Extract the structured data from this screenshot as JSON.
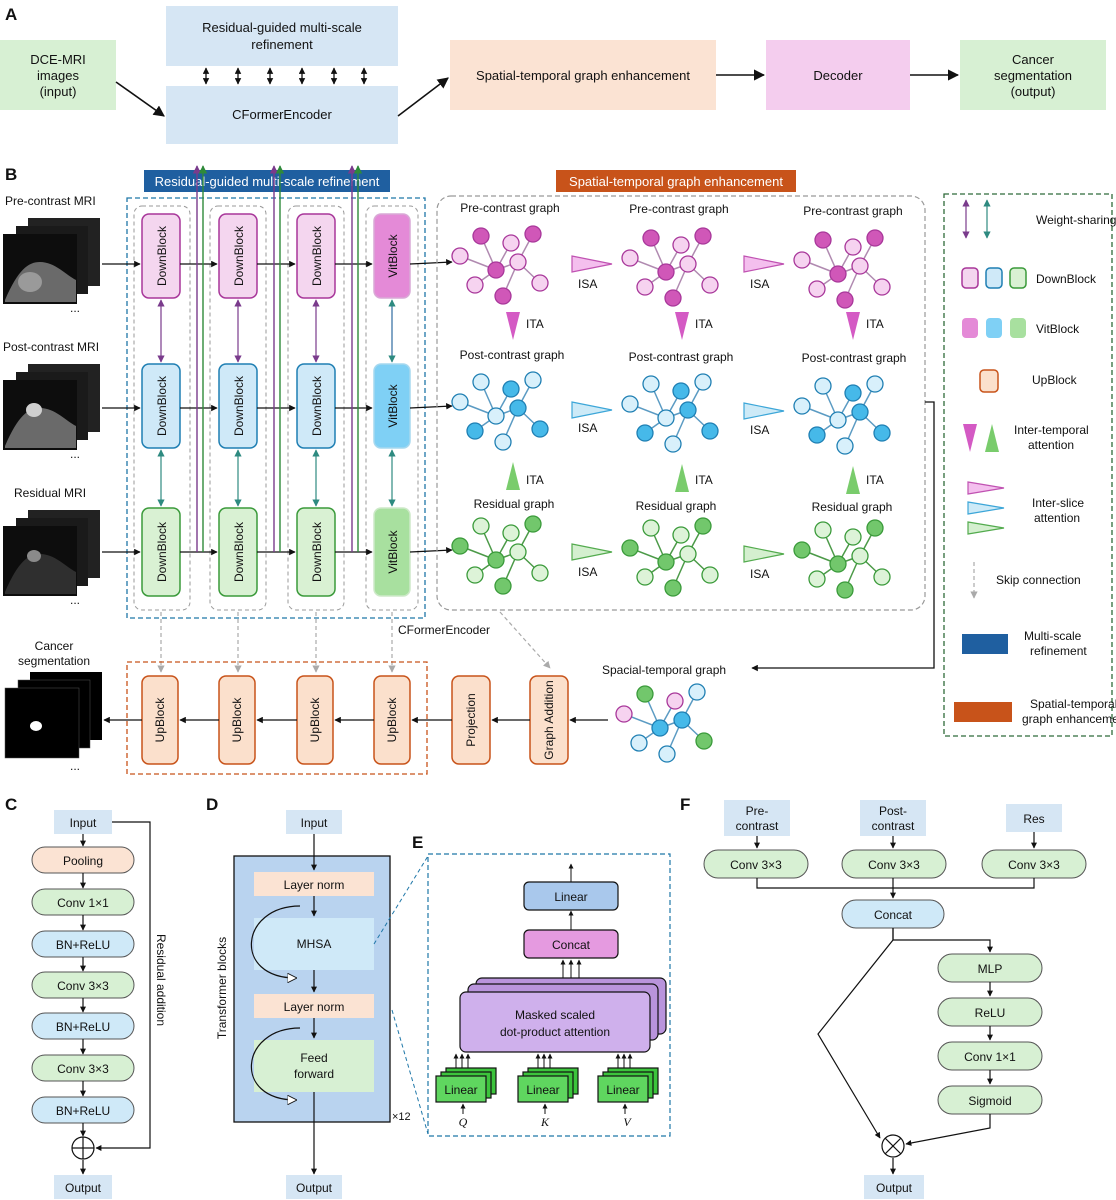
{
  "panels": {
    "A": "A",
    "B": "B",
    "C": "C",
    "D": "D",
    "E": "E",
    "F": "F"
  },
  "panelA": {
    "input": [
      "DCE-MRI",
      "images",
      "(input)"
    ],
    "refine": [
      "Residual-guided multi-scale",
      "refinement"
    ],
    "encoder": "CFormerEncoder",
    "graph": "Spatial-temporal graph enhancement",
    "decoder": "Decoder",
    "output": [
      "Cancer",
      "segmentation",
      "(output)"
    ]
  },
  "panelB": {
    "refine_banner": "Residual-guided multi-scale refinement",
    "graph_banner": "Spatial-temporal graph enhancement",
    "mri_pre": "Pre-contrast MRI",
    "mri_post": "Post-contrast MRI",
    "mri_res": "Residual MRI",
    "downblock": "DownBlock",
    "vitblock": "VitBlock",
    "graph_pre": "Pre-contrast graph",
    "graph_post": "Post-contrast graph",
    "graph_res": "Residual graph",
    "isa": "ISA",
    "ita": "ITA",
    "encoder_label": "CFormerEncoder",
    "spacial_graph": "Spacial-temporal graph",
    "seg_label": [
      "Cancer",
      "segmentation"
    ],
    "upblock": "UpBlock",
    "projection": "Projection",
    "graph_addition": "Graph Addition",
    "dots": "..."
  },
  "legend": {
    "weight_sharing": "Weight-sharing",
    "downblock": "DownBlock",
    "vitblock": "VitBlock",
    "upblock": "UpBlock",
    "ita": [
      "Inter-temporal",
      "attention"
    ],
    "isa": [
      "Inter-slice",
      "attention"
    ],
    "skip": "Skip connection",
    "ms_refine": [
      "Multi-scale",
      "refinement"
    ],
    "st_graph": [
      "Spatial-temporal",
      "graph enhancement"
    ]
  },
  "panelC": {
    "input": "Input",
    "pooling": "Pooling",
    "conv1": "Conv 1×1",
    "bnrelu": "BN+ReLU",
    "conv3": "Conv 3×3",
    "output": "Output",
    "residual": "Residual addition"
  },
  "panelD": {
    "input": "Input",
    "layer_norm": "Layer norm",
    "mhsa": "MHSA",
    "feed": [
      "Feed",
      "forward"
    ],
    "output": "Output",
    "transformer": "Transformer blocks",
    "times": "×12"
  },
  "panelE": {
    "linear": "Linear",
    "concat": "Concat",
    "attention": [
      "Masked scaled",
      "dot-product attention"
    ],
    "q": "Q",
    "k": "K",
    "v": "V"
  },
  "panelF": {
    "pre": [
      "Pre-",
      "contrast"
    ],
    "post": [
      "Post-",
      "contrast"
    ],
    "res": "Res",
    "conv3": "Conv 3×3",
    "concat": "Concat",
    "mlp": "MLP",
    "relu": "ReLU",
    "conv1": "Conv 1×1",
    "sigmoid": "Sigmoid",
    "output": "Output"
  },
  "colors": {
    "green_box": "#d7f0d3",
    "blue_box": "#d6e6f4",
    "peach_box": "#fbe3d3",
    "pink_box": "#f4cdee",
    "refine_banner": "#1f5fa0",
    "graph_banner": "#c8531a",
    "pink_node": "#d158b9",
    "blue_node": "#43b8e8",
    "green_node": "#6cc56a",
    "up_fill": "#fbe0cc",
    "up_stroke": "#c8531a",
    "linear_green": "#3cc43c",
    "concat_pink": "#e59ae0",
    "attn_purple": "#c8a6e6"
  }
}
